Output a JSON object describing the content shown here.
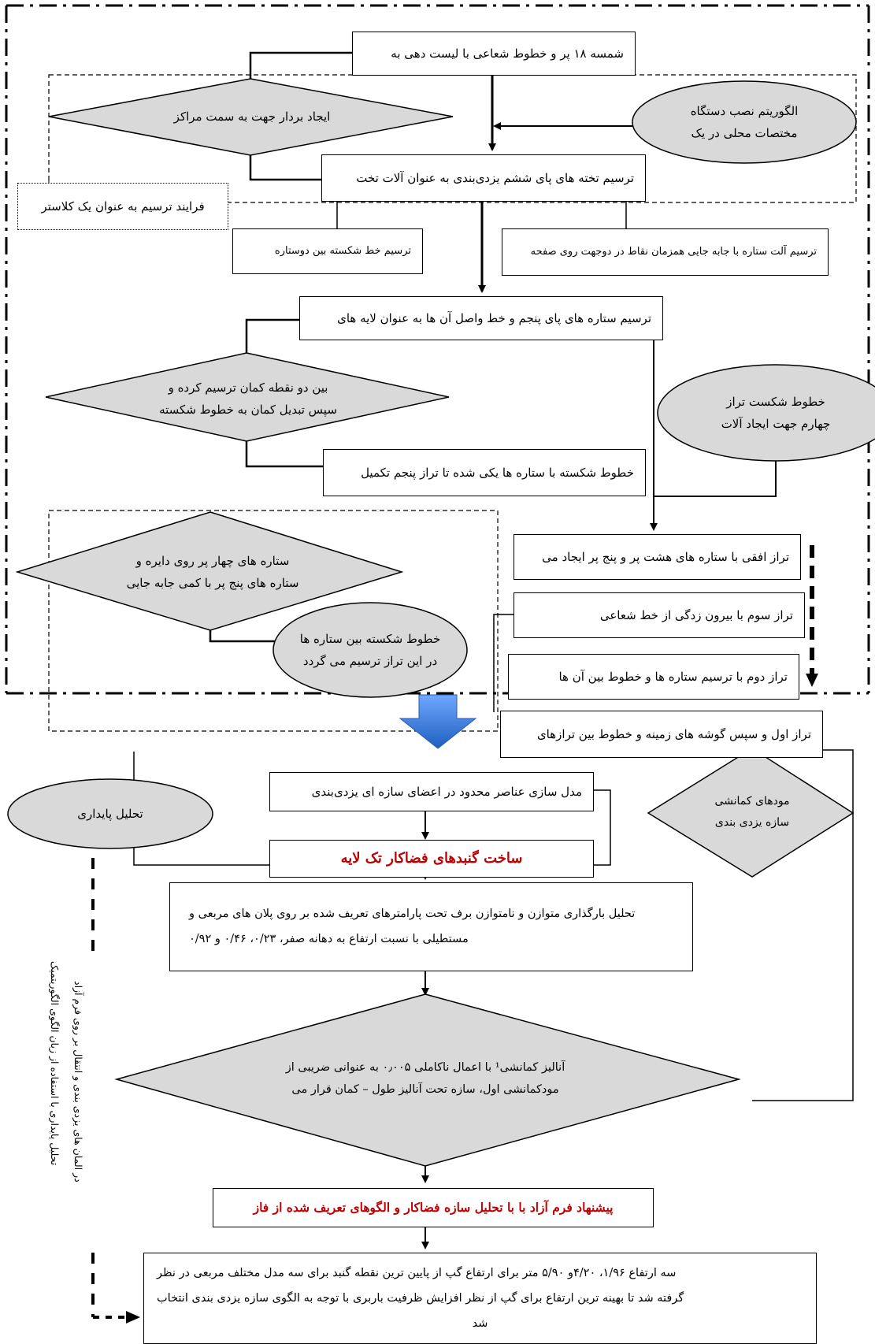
{
  "top_section": {
    "start_box": "شمسه ۱۸ پر و خطوط شعاعی با لیست دهی به",
    "diamond_vector": "ایجاد بردار جهت به سمت مراکز",
    "ellipse_install": {
      "line1": "الگوریتم نصب دستگاه",
      "line2": "مختصات محلی در یک"
    },
    "draw_plank_box": "ترسیم تخته های پای ششم یزدی‌بندی به عنوان آلات تخت",
    "cluster_box": "فرایند ترسیم به عنوان یک کلاستر",
    "broken_line_box": "ترسیم خط شکسته بین دوستاره",
    "star_move_box": "ترسیم آلت ستاره با جابه جایی همزمان نقاط در دوجهت روی صفحه",
    "fifth_star_box": "ترسیم ستاره های پای پنجم و خط واصل آن ها به عنوان لایه های",
    "diamond_arc": {
      "line1": "بین دو نقطه کمان ترسیم کرده و",
      "line2": "سپس تبدیل کمان به خطوط شکسته"
    },
    "ellipse_fourth": {
      "line1": "خطوط شکست تراز",
      "line2": "چهارم جهت ایجاد آلات"
    },
    "broken_lines_box": "خطوط شکسته با ستاره ها یکی شده تا تراز پنجم تکمیل",
    "diamond_four_point": {
      "line1": "ستاره های چهار پر روی دایره و",
      "line2": "ستاره های پنج پر با کمی جابه جایی"
    },
    "ellipse_broken_stars": {
      "line1": "خطوط شکسته بین ستاره ها",
      "line2": "در این تراز ترسیم می گردد"
    },
    "level_horizontal": "تراز افقی با ستاره های هشت پر و پنج پر ایجاد می",
    "level_third": "تراز سوم با بیرون زدگی از خط شعاعی",
    "level_second": "تراز دوم با ترسیم ستاره ها و خطوط بین آن ها",
    "level_first": "تراز اول و سپس گوشه های زمینه و خطوط بین ترازهای"
  },
  "bottom_section": {
    "fem_box": "مدل سازی عناصر محدود در اعضای سازه ای یزدی‌بندی",
    "stability_ellipse": "تحلیل پایداری",
    "buckling_modes_diamond": {
      "line1": "مودهای کمانشی",
      "line2": "سازه یزدی بندی"
    },
    "single_layer_title": "ساخت گنبدهای فضاکار تک لایه",
    "load_analysis": {
      "line1": "تحلیل بارگذاری متوازن و نامتوازن برف تحت پارامترهای تعریف شده بر روی پلان های مربعی و",
      "line2": "مستطیلی با نسبت ارتفاع به دهانه صفر، ۰/۲۳، ۰/۴۶ و ۰/۹۲"
    },
    "buckling_diamond": {
      "line1": "آنالیز کمانشی¹ با اعمال ناکاملی ۰٫۰۰۵ به عنوانی ضریبی از",
      "line2": "مودکمانشی اول، سازه تحت آنالیز طول – کمان قرار می"
    },
    "free_form_title": "پیشنهاد فرم آزاد با با تحلیل سازه فضاکار و الگوهای تعریف شده از فاز",
    "final_box": {
      "line1": "سه ارتفاع ۱/۹۶، ۴/۲۰و ۵/۹۰ متر برای ارتفاع گپ از پایین ترین نقطه گنبد برای سه مدل مختلف مربعی در نظر",
      "line2": "گرفته شد تا بهینه ترین ارتفاع برای گپ از نظر افزایش ظرفیت باربری با توجه به الگوی سازه یزدی بندی انتخاب",
      "line3": "شد"
    },
    "vertical_note": {
      "line1": "تحلیل پایداری با استفاده از زبان الگوی الگوریتمیک",
      "line2": "در المان های یزدی بندی و انتقال بر روی فرم آزاد"
    }
  },
  "colors": {
    "shape_fill": "#d9d9d9",
    "red_text": "#c00000",
    "arrow_blue": "#3a7bd5"
  }
}
